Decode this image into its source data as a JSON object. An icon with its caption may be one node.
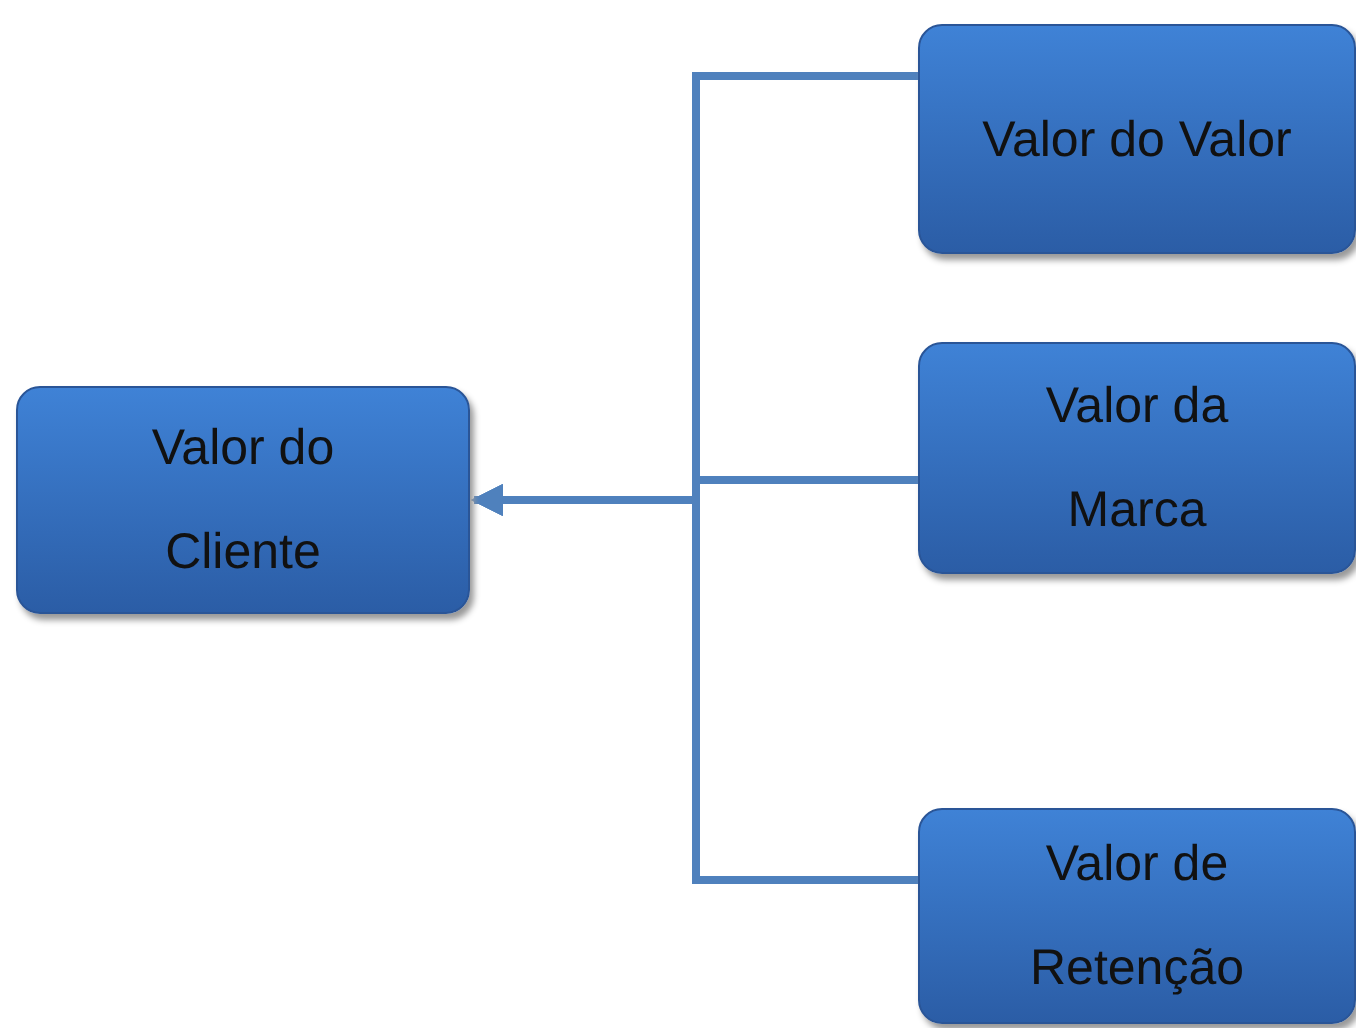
{
  "diagram": {
    "nodes": [
      {
        "text": [
          "Valor do Cliente"
        ]
      },
      {
        "text": [
          "Valor do Valor"
        ]
      },
      {
        "text": [
          "Valor da Marca"
        ]
      },
      {
        "text": [
          "Valor de Retenção"
        ]
      }
    ],
    "edges": [
      {
        "from": 1,
        "to": 0,
        "arrow": "to"
      },
      {
        "from": 2,
        "to": 0,
        "arrow": "to"
      },
      {
        "from": 3,
        "to": 0,
        "arrow": "to"
      }
    ]
  }
}
